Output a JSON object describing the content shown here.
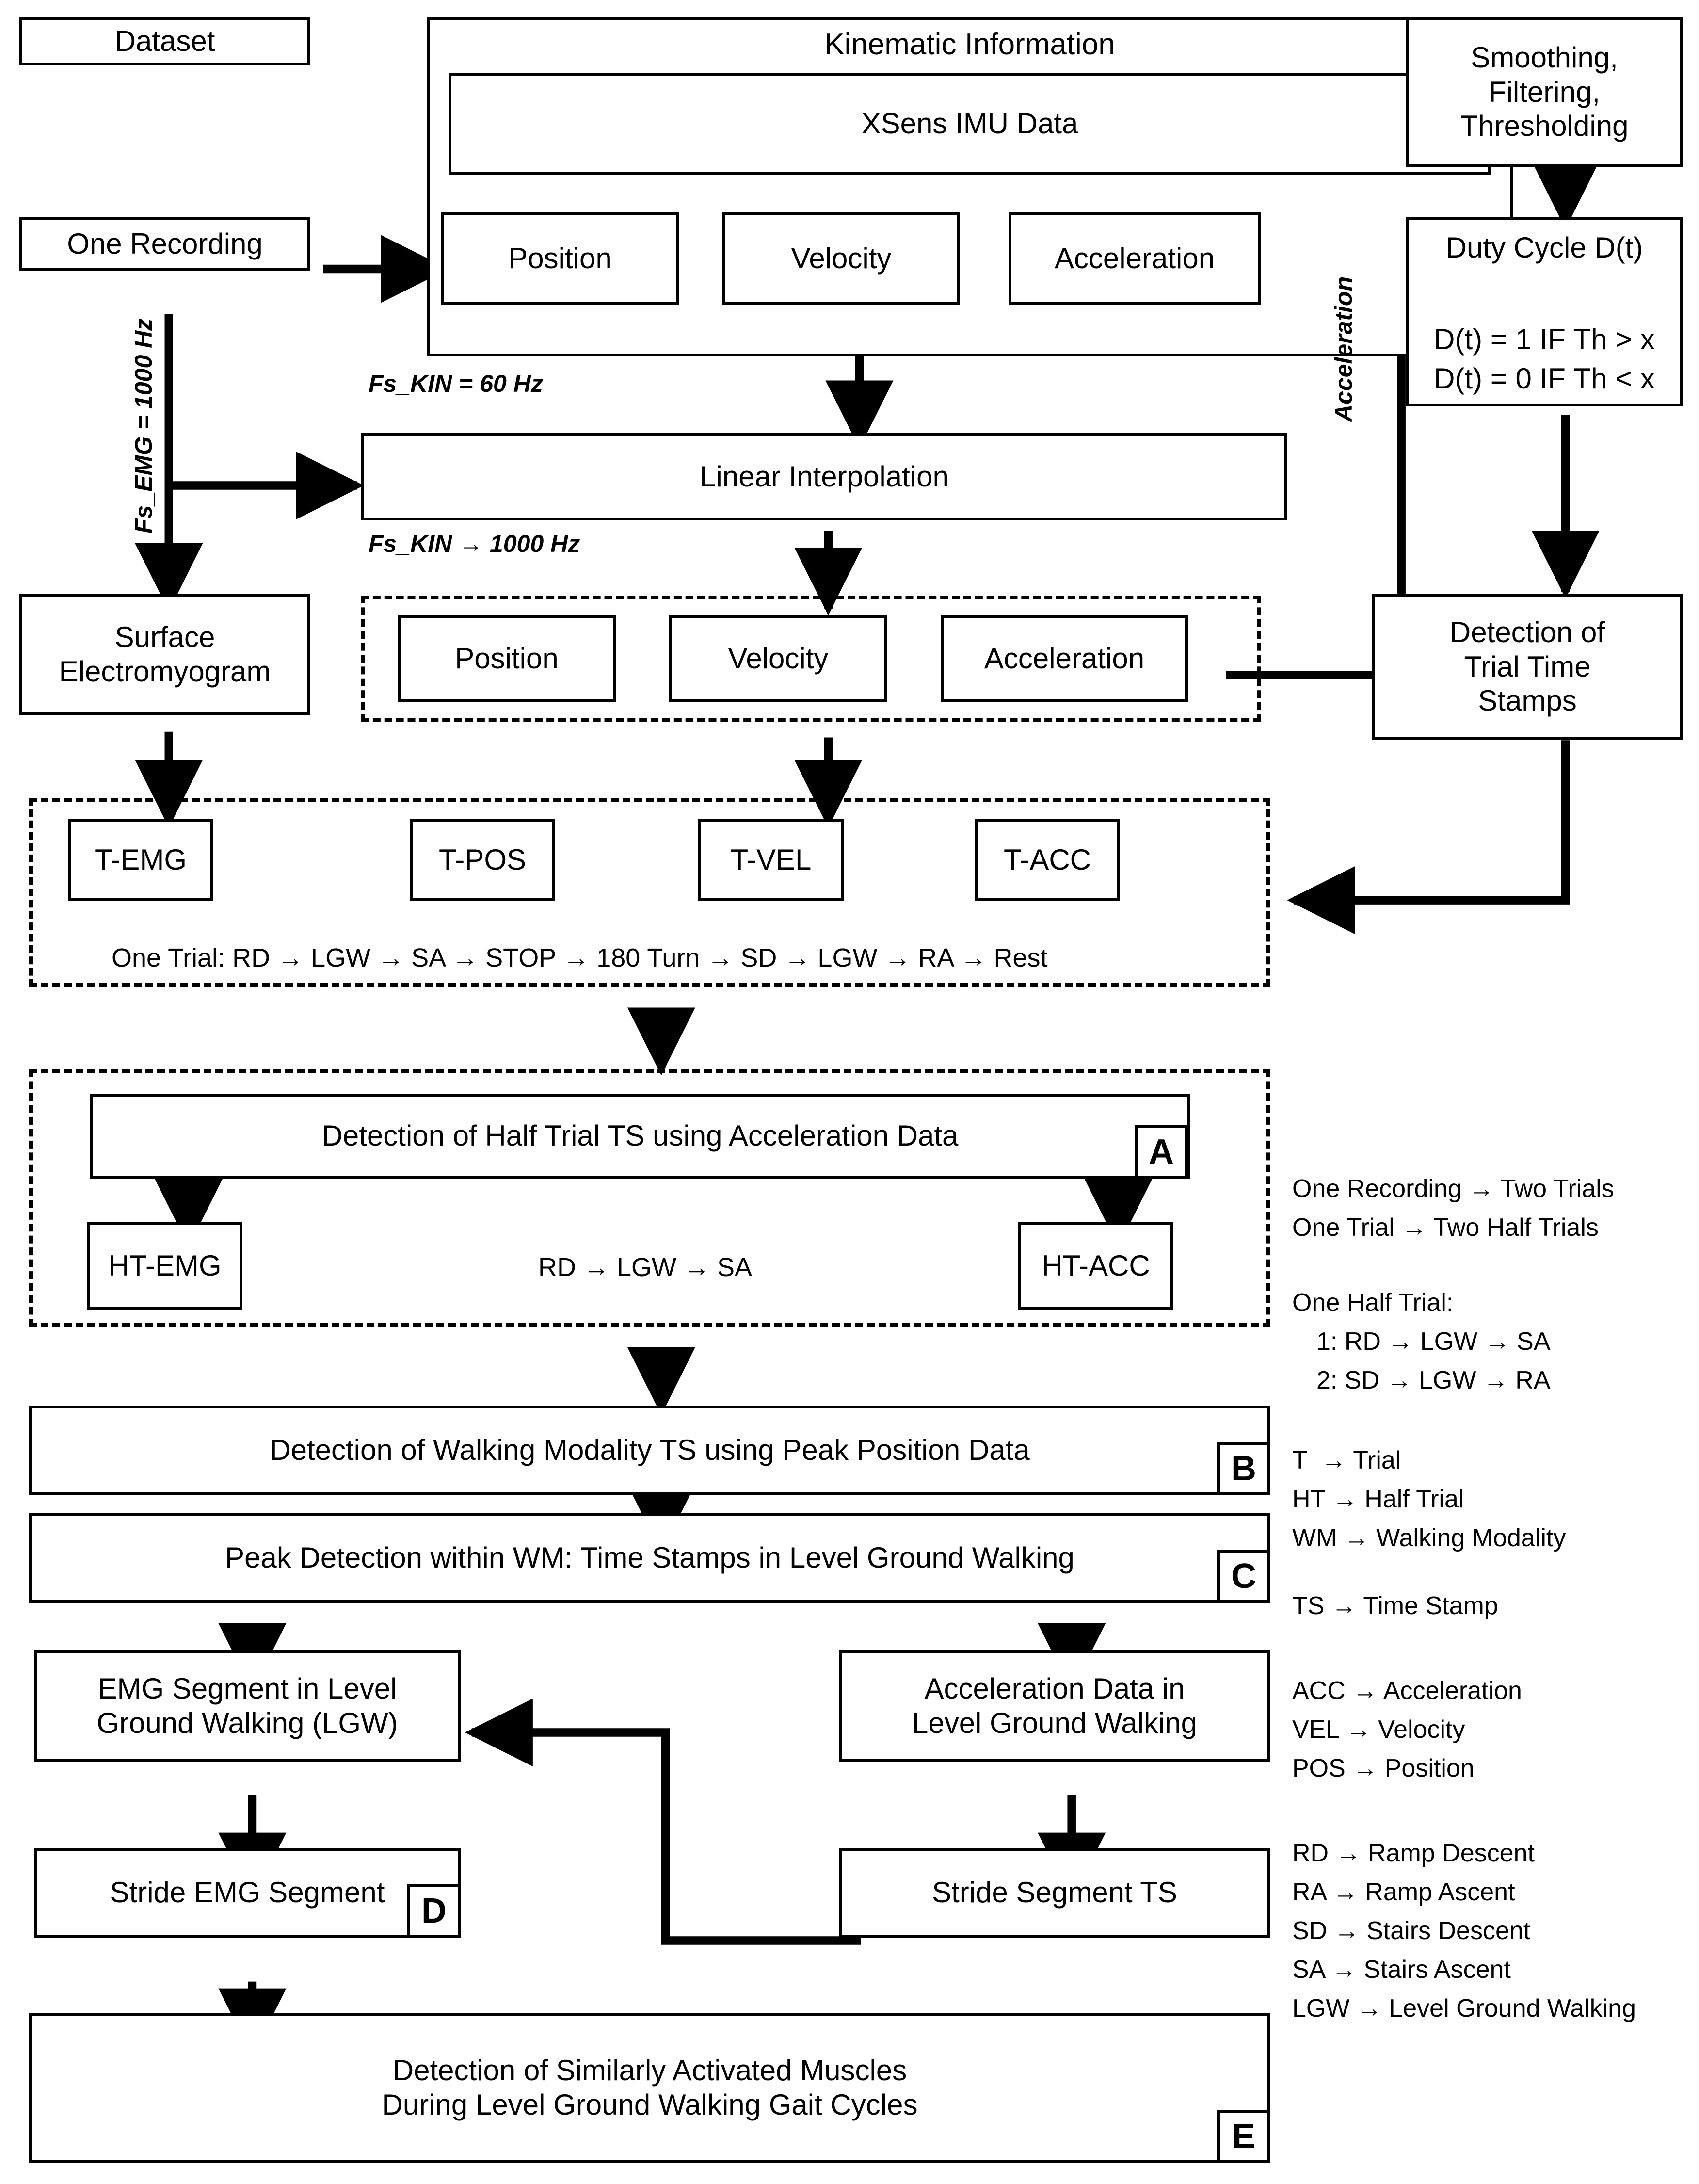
{
  "diagram": {
    "title": "EMG and Kinematic Data Processing Pipeline Flowchart",
    "nodes": {
      "dataset": "Dataset",
      "one_recording": "One Recording",
      "kinematic_information": "Kinematic Information",
      "xsens_imu_data": "XSens IMU Data",
      "position_top": "Position",
      "velocity_top": "Velocity",
      "acceleration_top": "Acceleration",
      "smoothing_filtering_thresholding": "Smoothing,\nFiltering,\nThresholding",
      "duty_cycle_title": "Duty Cycle D(t)",
      "duty_cycle_line1": "D(t) = 1 IF Th > x",
      "duty_cycle_line2": "D(t) = 0 IF Th < x",
      "linear_interpolation": "Linear Interpolation",
      "surface_electromyogram": "Surface\nElectromyogram",
      "position_interp": "Position",
      "velocity_interp": "Velocity",
      "acceleration_interp": "Acceleration",
      "detection_trial_time_stamps": "Detection of\nTrial Time\nStamps",
      "t_emg": "T-EMG",
      "t_pos": "T-POS",
      "t_vel": "T-VEL",
      "t_acc": "T-ACC",
      "one_trial_sequence": "One Trial: RD → LGW → SA → STOP → 180 Turn → SD → LGW → RA → Rest",
      "detection_half_trial": "Detection of Half Trial TS using Acceleration Data",
      "ht_emg": "HT-EMG",
      "ht_acc": "HT-ACC",
      "half_trial_sequence": "RD → LGW → SA",
      "detection_walking_modality": "Detection of Walking Modality TS using Peak Position Data",
      "peak_detection_wm": "Peak Detection within WM: Time Stamps in Level Ground Walking",
      "emg_segment_lgw": "EMG Segment in Level\nGround Walking (LGW)",
      "acceleration_data_lgw": "Acceleration Data in\nLevel Ground Walking",
      "stride_emg_segment": "Stride EMG Segment",
      "stride_segment_ts": "Stride Segment TS",
      "detection_similar_muscles": "Detection of Similarly Activated Muscles\nDuring Level Ground Walking Gait Cycles"
    },
    "tags": {
      "a": "A",
      "b": "B",
      "c": "C",
      "d": "D",
      "e": "E"
    },
    "edge_labels": {
      "fs_emg": "Fs_EMG = 1000 Hz",
      "fs_kin_in": "Fs_KIN = 60 Hz",
      "fs_kin_out": "Fs_KIN → 1000 Hz",
      "acceleration_feedback": "Acceleration"
    },
    "legend": {
      "group1": [
        "One Recording → Two Trials",
        "One Trial → Two Half Trials"
      ],
      "group2_header": "One Half Trial:",
      "group2": [
        "1: RD → LGW → SA",
        "2: SD → LGW → RA"
      ],
      "group3": [
        "T  → Trial",
        "HT → Half Trial",
        "WM → Walking Modality"
      ],
      "group4": [
        "TS → Time Stamp"
      ],
      "group5": [
        "ACC → Acceleration",
        "VEL → Velocity",
        "POS → Position"
      ],
      "group6": [
        "RD → Ramp Descent",
        "RA → Ramp Ascent",
        "SD → Stairs Descent",
        "SA → Stairs Ascent",
        "LGW → Level Ground Walking"
      ]
    },
    "colors": {
      "stroke": "#000000",
      "background": "#ffffff"
    }
  }
}
